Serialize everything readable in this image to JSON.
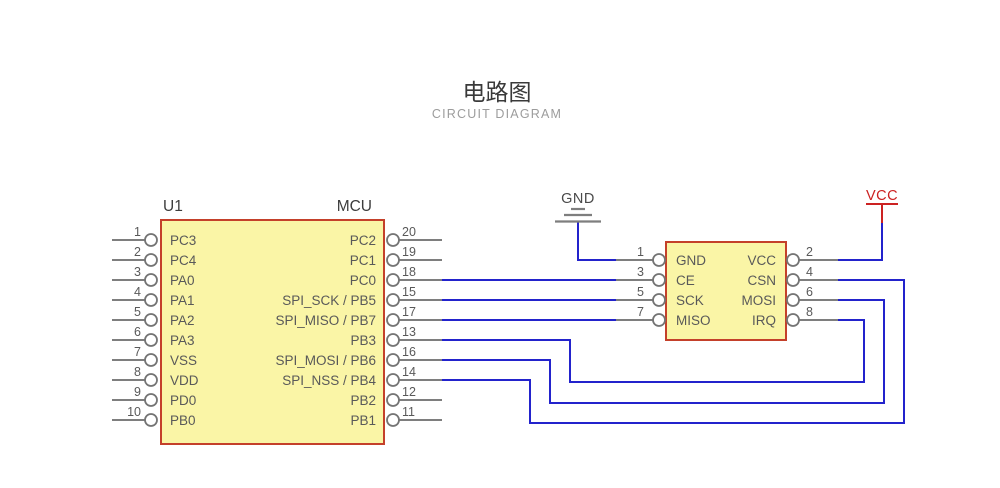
{
  "title": {
    "zh": "电路图",
    "en": "CIRCUIT DIAGRAM"
  },
  "colors": {
    "component_fill": "#FAF5A6",
    "component_border": "#C4402A",
    "wire_blue": "#2323CC",
    "wire_gray": "#7E7E7E",
    "pin_text": "#595959",
    "vcc_red": "#CC2222",
    "subtitle_gray": "#9C9C9C"
  },
  "mcu": {
    "ref": "U1",
    "type": "MCU",
    "left_pins": [
      {
        "num": "1",
        "name": "PC3"
      },
      {
        "num": "2",
        "name": "PC4"
      },
      {
        "num": "3",
        "name": "PA0"
      },
      {
        "num": "4",
        "name": "PA1"
      },
      {
        "num": "5",
        "name": "PA2"
      },
      {
        "num": "6",
        "name": "PA3"
      },
      {
        "num": "7",
        "name": "VSS"
      },
      {
        "num": "8",
        "name": "VDD"
      },
      {
        "num": "9",
        "name": "PD0"
      },
      {
        "num": "10",
        "name": "PB0"
      }
    ],
    "right_pins": [
      {
        "num": "20",
        "name": "PC2"
      },
      {
        "num": "19",
        "name": "PC1"
      },
      {
        "num": "18",
        "name": "PC0"
      },
      {
        "num": "15",
        "name": "SPI_SCK / PB5"
      },
      {
        "num": "17",
        "name": "SPI_MISO / PB7"
      },
      {
        "num": "13",
        "name": "PB3"
      },
      {
        "num": "16",
        "name": "SPI_MOSI / PB6"
      },
      {
        "num": "14",
        "name": "SPI_NSS / PB4"
      },
      {
        "num": "12",
        "name": "PB2"
      },
      {
        "num": "11",
        "name": "PB1"
      }
    ]
  },
  "module": {
    "left_pins": [
      {
        "num": "1",
        "name": "GND"
      },
      {
        "num": "3",
        "name": "CE"
      },
      {
        "num": "5",
        "name": "SCK"
      },
      {
        "num": "7",
        "name": "MISO"
      }
    ],
    "right_pins": [
      {
        "num": "2",
        "name": "VCC"
      },
      {
        "num": "4",
        "name": "CSN"
      },
      {
        "num": "6",
        "name": "MOSI"
      },
      {
        "num": "8",
        "name": "IRQ"
      }
    ]
  },
  "power": {
    "gnd_label": "GND",
    "vcc_label": "VCC"
  },
  "nets": [
    {
      "from": "GND-symbol",
      "to": "module.1 GND"
    },
    {
      "from": "VCC-symbol",
      "to": "module.2 VCC"
    },
    {
      "from": "mcu.18 PC0",
      "to": "module.3 CE"
    },
    {
      "from": "mcu.15 SPI_SCK/PB5",
      "to": "module.5 SCK"
    },
    {
      "from": "mcu.17 SPI_MISO/PB7",
      "to": "module.7 MISO"
    },
    {
      "from": "mcu.13 PB3",
      "to": "module.8 IRQ"
    },
    {
      "from": "mcu.16 SPI_MOSI/PB6",
      "to": "module.6 MOSI"
    },
    {
      "from": "mcu.14 SPI_NSS/PB4",
      "to": "module.4 CSN"
    }
  ]
}
